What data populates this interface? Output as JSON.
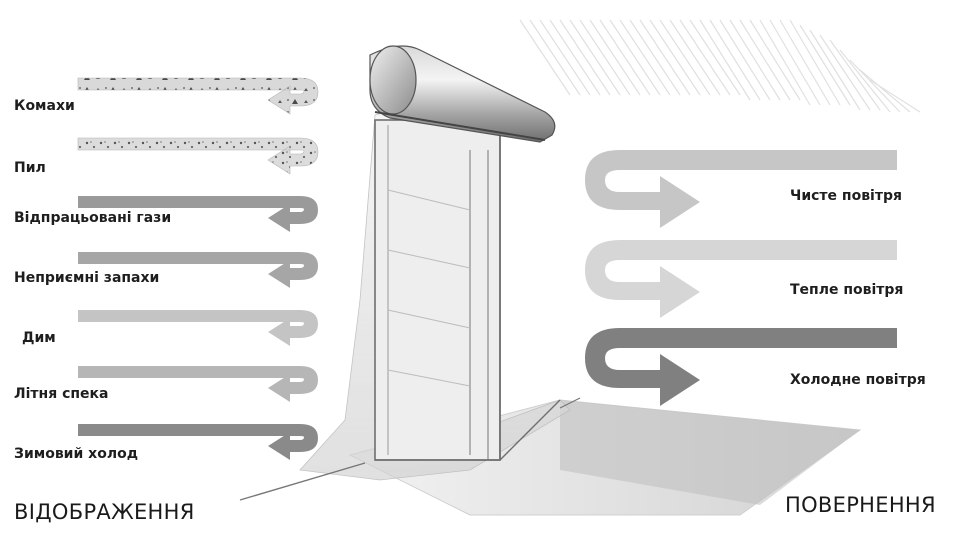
{
  "left_items": [
    {
      "label": "Комахи",
      "color": "#cfcfcf"
    },
    {
      "label": "Пил",
      "color": "#d6d6d6"
    },
    {
      "label": "Відпрацьовані гази",
      "color": "#9a9a9a"
    },
    {
      "label": "Неприємні запахи",
      "color": "#a6a6a6"
    },
    {
      "label": "Дим",
      "color": "#c4c4c4"
    },
    {
      "label": "Літня спека",
      "color": "#b6b6b6"
    },
    {
      "label": "Зимовий холод",
      "color": "#8a8a8a"
    }
  ],
  "right_items": [
    {
      "label": "Чисте повітря",
      "color": "#c6c6c6"
    },
    {
      "label": "Тепле повітря",
      "color": "#d6d6d6"
    },
    {
      "label": "Холодне повітря",
      "color": "#808080"
    }
  ],
  "left_title": "ВІДОБРАЖЕННЯ",
  "right_title": "ПОВЕРНЕННЯ",
  "colors": {
    "curtain_tube": "#9d9d9d",
    "glass": "#e6e6e6",
    "frame": "#6f6f6f"
  }
}
